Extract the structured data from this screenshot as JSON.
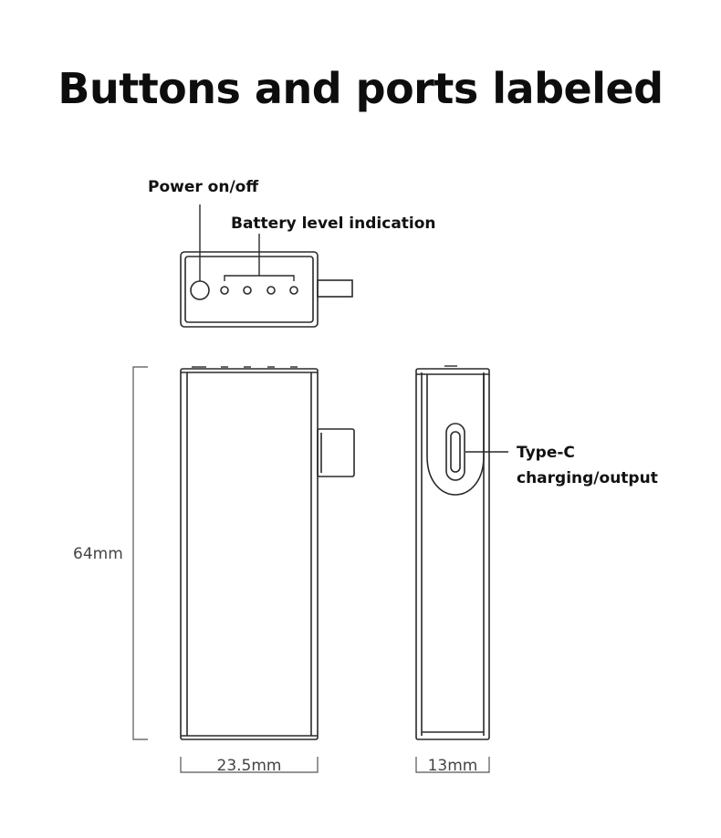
{
  "title": "Buttons and ports labeled",
  "labels": {
    "power": "Power on/off",
    "battery": "Battery level indication",
    "typec_line1": "Type-C",
    "typec_line2": "charging/output"
  },
  "dimensions": {
    "height": "64mm",
    "width": "23.5mm",
    "depth": "13mm"
  },
  "colors": {
    "stroke": "#2a2a2a",
    "dimension_line": "#555555",
    "text": "#111111"
  }
}
